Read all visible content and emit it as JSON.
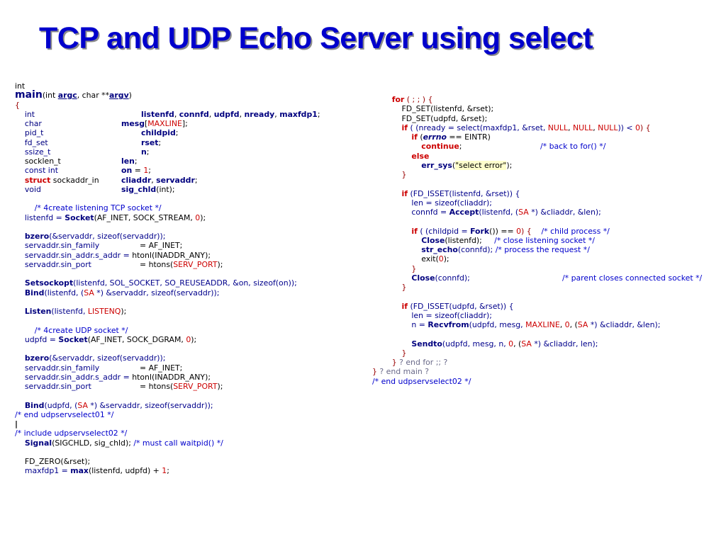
{
  "slide": {
    "title": "TCP and UDP Echo Server using select"
  },
  "code_left": [
    [
      [
        "int",
        "t-plain"
      ]
    ],
    [
      [
        "main",
        "t-main"
      ],
      [
        "(int ",
        "t-plain"
      ],
      [
        "argc",
        "t-argdec"
      ],
      [
        ", char **",
        "t-plain"
      ],
      [
        "argv",
        "t-argdec"
      ],
      [
        ")",
        "t-plain"
      ]
    ],
    [
      [
        "{",
        "t-op"
      ]
    ],
    [
      [
        "    int",
        "t-type"
      ],
      {
        "at": 178,
        "t": [
          [
            "listenfd",
            "t-dec"
          ],
          [
            ", ",
            "t-plain"
          ],
          [
            "connfd",
            "t-dec"
          ],
          [
            ", ",
            "t-plain"
          ],
          [
            "udpfd",
            "t-dec"
          ],
          [
            ", ",
            "t-plain"
          ],
          [
            "nready",
            "t-dec"
          ],
          [
            ", ",
            "t-plain"
          ],
          [
            "maxfdp1",
            "t-dec"
          ],
          [
            ";",
            "t-plain"
          ]
        ]
      }
    ],
    [
      [
        "    char",
        "t-type"
      ],
      {
        "at": 150,
        "t": [
          [
            "mesg",
            "t-dec"
          ],
          [
            "[",
            "t-plain"
          ],
          [
            "MAXLINE",
            "t-const"
          ],
          [
            "];",
            "t-plain"
          ]
        ]
      }
    ],
    [
      [
        "    pid_t",
        "t-type"
      ],
      {
        "at": 178,
        "t": [
          [
            "childpid",
            "t-dec"
          ],
          [
            ";",
            "t-plain"
          ]
        ]
      }
    ],
    [
      [
        "    fd_set",
        "t-type"
      ],
      {
        "at": 178,
        "t": [
          [
            "rset",
            "t-dec"
          ],
          [
            ";",
            "t-plain"
          ]
        ]
      }
    ],
    [
      [
        "    ssize_t",
        "t-var"
      ],
      {
        "at": 178,
        "t": [
          [
            "n",
            "t-dec"
          ],
          [
            ";",
            "t-plain"
          ]
        ]
      }
    ],
    [
      [
        "    socklen_t",
        "t-plain"
      ],
      {
        "at": 150,
        "t": [
          [
            "len",
            "t-dec"
          ],
          [
            ";",
            "t-plain"
          ]
        ]
      }
    ],
    [
      [
        "    const int",
        "t-var"
      ],
      {
        "at": 150,
        "t": [
          [
            "on",
            "t-dec"
          ],
          [
            " = ",
            "t-plain"
          ],
          [
            "1",
            "t-num"
          ],
          [
            ";",
            "t-plain"
          ]
        ]
      }
    ],
    [
      [
        "    ",
        "t-plain"
      ],
      [
        "struct",
        "t-kw"
      ],
      [
        " sockaddr_in",
        "t-plain"
      ],
      {
        "at": 150,
        "t": [
          [
            "cliaddr",
            "t-dec"
          ],
          [
            ", ",
            "t-plain"
          ],
          [
            "servaddr",
            "t-dec"
          ],
          [
            ";",
            "t-plain"
          ]
        ]
      }
    ],
    [
      [
        "    void",
        "t-type"
      ],
      {
        "at": 150,
        "t": [
          [
            "sig_chld",
            "t-dec"
          ],
          [
            "(int);",
            "t-plain"
          ]
        ]
      }
    ],
    [
      [
        "",
        "t-plain"
      ]
    ],
    [
      [
        "        /* 4create listening TCP socket */",
        "t-cm"
      ]
    ],
    [
      [
        "    listenfd = ",
        "t-var"
      ],
      [
        "Socket",
        "t-fn"
      ],
      [
        "(AF_INET, SOCK_STREAM, ",
        "t-plain"
      ],
      [
        "0",
        "t-num"
      ],
      [
        ");",
        "t-plain"
      ]
    ],
    [
      [
        "",
        "t-plain"
      ]
    ],
    [
      [
        "    ",
        "t-plain"
      ],
      [
        "bzero",
        "t-fn"
      ],
      [
        "(&servaddr, sizeof(servaddr));",
        "t-var"
      ]
    ],
    [
      [
        "    servaddr.sin_family",
        "t-var"
      ],
      {
        "at": 176,
        "t": [
          [
            "= AF_INET;",
            "t-plain"
          ]
        ]
      }
    ],
    [
      [
        "    servaddr.sin_addr.s_addr = ",
        "t-var"
      ],
      [
        "htonl(INADDR_ANY);",
        "t-plain"
      ]
    ],
    [
      [
        "    servaddr.sin_port",
        "t-var"
      ],
      {
        "at": 176,
        "t": [
          [
            "= htons(",
            "t-plain"
          ],
          [
            "SERV_PORT",
            "t-const"
          ],
          [
            ");",
            "t-plain"
          ]
        ]
      }
    ],
    [
      [
        "",
        "t-plain"
      ]
    ],
    [
      [
        "    ",
        "t-plain"
      ],
      [
        "Setsockopt",
        "t-fn"
      ],
      [
        "(listenfd, SOL_SOCKET, SO_REUSEADDR, &on, sizeof(on));",
        "t-var"
      ]
    ],
    [
      [
        "    ",
        "t-plain"
      ],
      [
        "Bind",
        "t-fn"
      ],
      [
        "(listenfd, (",
        "t-var"
      ],
      [
        "SA",
        "t-const"
      ],
      [
        " *) &servaddr, sizeof(servaddr));",
        "t-var"
      ]
    ],
    [
      [
        "",
        "t-plain"
      ]
    ],
    [
      [
        "    ",
        "t-plain"
      ],
      [
        "Listen",
        "t-fn"
      ],
      [
        "(listenfd, ",
        "t-var"
      ],
      [
        "LISTENQ",
        "t-const"
      ],
      [
        ");",
        "t-plain"
      ]
    ],
    [
      [
        "",
        "t-plain"
      ]
    ],
    [
      [
        "        /* 4create UDP socket */",
        "t-cm"
      ]
    ],
    [
      [
        "    udpfd = ",
        "t-var"
      ],
      [
        "Socket",
        "t-fn"
      ],
      [
        "(AF_INET, SOCK_DGRAM, ",
        "t-plain"
      ],
      [
        "0",
        "t-num"
      ],
      [
        ");",
        "t-plain"
      ]
    ],
    [
      [
        "",
        "t-plain"
      ]
    ],
    [
      [
        "    ",
        "t-plain"
      ],
      [
        "bzero",
        "t-fn"
      ],
      [
        "(&servaddr, sizeof(servaddr));",
        "t-var"
      ]
    ],
    [
      [
        "    servaddr.sin_family",
        "t-var"
      ],
      {
        "at": 176,
        "t": [
          [
            "= AF_INET;",
            "t-plain"
          ]
        ]
      }
    ],
    [
      [
        "    servaddr.sin_addr.s_addr = ",
        "t-var"
      ],
      [
        "htonl(INADDR_ANY);",
        "t-plain"
      ]
    ],
    [
      [
        "    servaddr.sin_port",
        "t-var"
      ],
      {
        "at": 176,
        "t": [
          [
            "= htons(",
            "t-plain"
          ],
          [
            "SERV_PORT",
            "t-const"
          ],
          [
            ");",
            "t-plain"
          ]
        ]
      }
    ],
    [
      [
        "",
        "t-plain"
      ]
    ],
    [
      [
        "    ",
        "t-plain"
      ],
      [
        "Bind",
        "t-fn"
      ],
      [
        "(udpfd, (",
        "t-var"
      ],
      [
        "SA",
        "t-const"
      ],
      [
        " *) &servaddr, sizeof(servaddr));",
        "t-var"
      ]
    ],
    [
      [
        "/* end udpservselect01 */",
        "t-cm"
      ]
    ],
    [
      [
        "|",
        "t-cursor"
      ]
    ],
    [
      [
        "/* include udpservselect02 */",
        "t-cm"
      ]
    ],
    [
      [
        "    ",
        "t-plain"
      ],
      [
        "Signal",
        "t-fn"
      ],
      [
        "(SIGCHLD, sig_chld); ",
        "t-plain"
      ],
      [
        "/* must call waitpid() */",
        "t-cm"
      ]
    ],
    [
      [
        "",
        "t-plain"
      ]
    ],
    [
      [
        "    FD_ZERO(&rset);",
        "t-plain"
      ]
    ],
    [
      [
        "    maxfdp1 = ",
        "t-var"
      ],
      [
        "max",
        "t-fn"
      ],
      [
        "(listenfd, udpfd) + ",
        "t-plain"
      ],
      [
        "1",
        "t-num"
      ],
      [
        ";",
        "t-plain"
      ]
    ]
  ],
  "code_right": [
    [
      [
        "        ",
        "t-plain"
      ],
      [
        "for",
        "t-kw"
      ],
      [
        " ( ; ; ) {",
        "t-op"
      ]
    ],
    [
      [
        "            FD_SET(listenfd, &rset);",
        "t-plain"
      ]
    ],
    [
      [
        "            FD_SET(udpfd, &rset);",
        "t-plain"
      ]
    ],
    [
      [
        "            ",
        "t-plain"
      ],
      [
        "if",
        "t-kw"
      ],
      [
        " ( (nready = select(maxfdp1, &rset, ",
        "t-var"
      ],
      [
        "NULL",
        "t-const"
      ],
      [
        ", ",
        "t-plain"
      ],
      [
        "NULL",
        "t-const"
      ],
      [
        ", ",
        "t-plain"
      ],
      [
        "NULL",
        "t-const"
      ],
      [
        ")) < ",
        "t-var"
      ],
      [
        "0",
        "t-num"
      ],
      [
        ") {",
        "t-op"
      ]
    ],
    [
      [
        "                ",
        "t-plain"
      ],
      [
        "if",
        "t-kw"
      ],
      [
        " (",
        "t-plain"
      ],
      [
        "errno",
        "t-err"
      ],
      [
        " == EINTR)",
        "t-plain"
      ]
    ],
    [
      [
        "                    ",
        "t-plain"
      ],
      [
        "continue",
        "t-kw"
      ],
      [
        ";",
        "t-plain"
      ],
      {
        "at": 237,
        "t": [
          [
            "/* back to for() */",
            "t-cm"
          ]
        ]
      }
    ],
    [
      [
        "                ",
        "t-plain"
      ],
      [
        "else",
        "t-kw"
      ]
    ],
    [
      [
        "                    ",
        "t-plain"
      ],
      [
        "err_sys",
        "t-fn"
      ],
      [
        "(",
        "t-plain"
      ],
      [
        "\"select error\"",
        "t-str"
      ],
      [
        ");",
        "t-plain"
      ]
    ],
    [
      [
        "            }",
        "t-op"
      ]
    ],
    [
      [
        "",
        "t-plain"
      ]
    ],
    [
      [
        "            ",
        "t-plain"
      ],
      [
        "if",
        "t-kw"
      ],
      [
        " (FD_ISSET(listenfd, &rset)) {",
        "t-var"
      ]
    ],
    [
      [
        "                len = sizeof(cliaddr);",
        "t-var"
      ]
    ],
    [
      [
        "                connfd = ",
        "t-var"
      ],
      [
        "Accept",
        "t-fn"
      ],
      [
        "(listenfd, (",
        "t-var"
      ],
      [
        "SA",
        "t-const"
      ],
      [
        " *) &cliaddr, &len);",
        "t-var"
      ]
    ],
    [
      [
        "",
        "t-plain"
      ]
    ],
    [
      [
        "                ",
        "t-plain"
      ],
      [
        "if",
        "t-kw"
      ],
      [
        " ( (childpid = ",
        "t-var"
      ],
      [
        "Fork",
        "t-fn"
      ],
      [
        "()) == ",
        "t-plain"
      ],
      [
        "0",
        "t-num"
      ],
      [
        ") {    ",
        "t-op"
      ],
      [
        "/* child process */",
        "t-cm"
      ]
    ],
    [
      [
        "                    ",
        "t-plain"
      ],
      [
        "Close",
        "t-fn"
      ],
      [
        "(listenfd);     ",
        "t-plain"
      ],
      [
        "/* close listening socket */",
        "t-cm"
      ]
    ],
    [
      [
        "                    ",
        "t-plain"
      ],
      [
        "str_echo",
        "t-fn"
      ],
      [
        "(connfd); ",
        "t-var"
      ],
      [
        "/* process the request */",
        "t-cm"
      ]
    ],
    [
      [
        "                    exit(",
        "t-plain"
      ],
      [
        "0",
        "t-num"
      ],
      [
        ");",
        "t-plain"
      ]
    ],
    [
      [
        "                }",
        "t-op"
      ]
    ],
    [
      [
        "                ",
        "t-plain"
      ],
      [
        "Close",
        "t-fn"
      ],
      [
        "(connfd);",
        "t-var"
      ],
      {
        "at": 268,
        "t": [
          [
            "/* parent closes connected socket */",
            "t-cm"
          ]
        ]
      }
    ],
    [
      [
        "            }",
        "t-op"
      ]
    ],
    [
      [
        "",
        "t-plain"
      ]
    ],
    [
      [
        "            ",
        "t-plain"
      ],
      [
        "if",
        "t-kw"
      ],
      [
        " (FD_ISSET(udpfd, &rset)) {",
        "t-var"
      ]
    ],
    [
      [
        "                len = sizeof(cliaddr);",
        "t-var"
      ]
    ],
    [
      [
        "                n = ",
        "t-var"
      ],
      [
        "Recvfrom",
        "t-fn"
      ],
      [
        "(udpfd, mesg, ",
        "t-var"
      ],
      [
        "MAXLINE",
        "t-const"
      ],
      [
        ", ",
        "t-plain"
      ],
      [
        "0",
        "t-num"
      ],
      [
        ", (",
        "t-plain"
      ],
      [
        "SA",
        "t-const"
      ],
      [
        " *) &cliaddr, &len);",
        "t-var"
      ]
    ],
    [
      [
        "",
        "t-plain"
      ]
    ],
    [
      [
        "                ",
        "t-plain"
      ],
      [
        "Sendto",
        "t-fn"
      ],
      [
        "(udpfd, mesg, n, ",
        "t-var"
      ],
      [
        "0",
        "t-num"
      ],
      [
        ", (",
        "t-plain"
      ],
      [
        "SA",
        "t-const"
      ],
      [
        " *) &cliaddr, len);",
        "t-var"
      ]
    ],
    [
      [
        "            }",
        "t-op"
      ]
    ],
    [
      [
        "        } ",
        "t-op"
      ],
      [
        "? end for ;; ?",
        "t-dim"
      ]
    ],
    [
      [
        "} ",
        "t-op"
      ],
      [
        "? end main ?",
        "t-dim"
      ]
    ],
    [
      [
        "/* end udpservselect02 */",
        "t-cm"
      ]
    ]
  ]
}
